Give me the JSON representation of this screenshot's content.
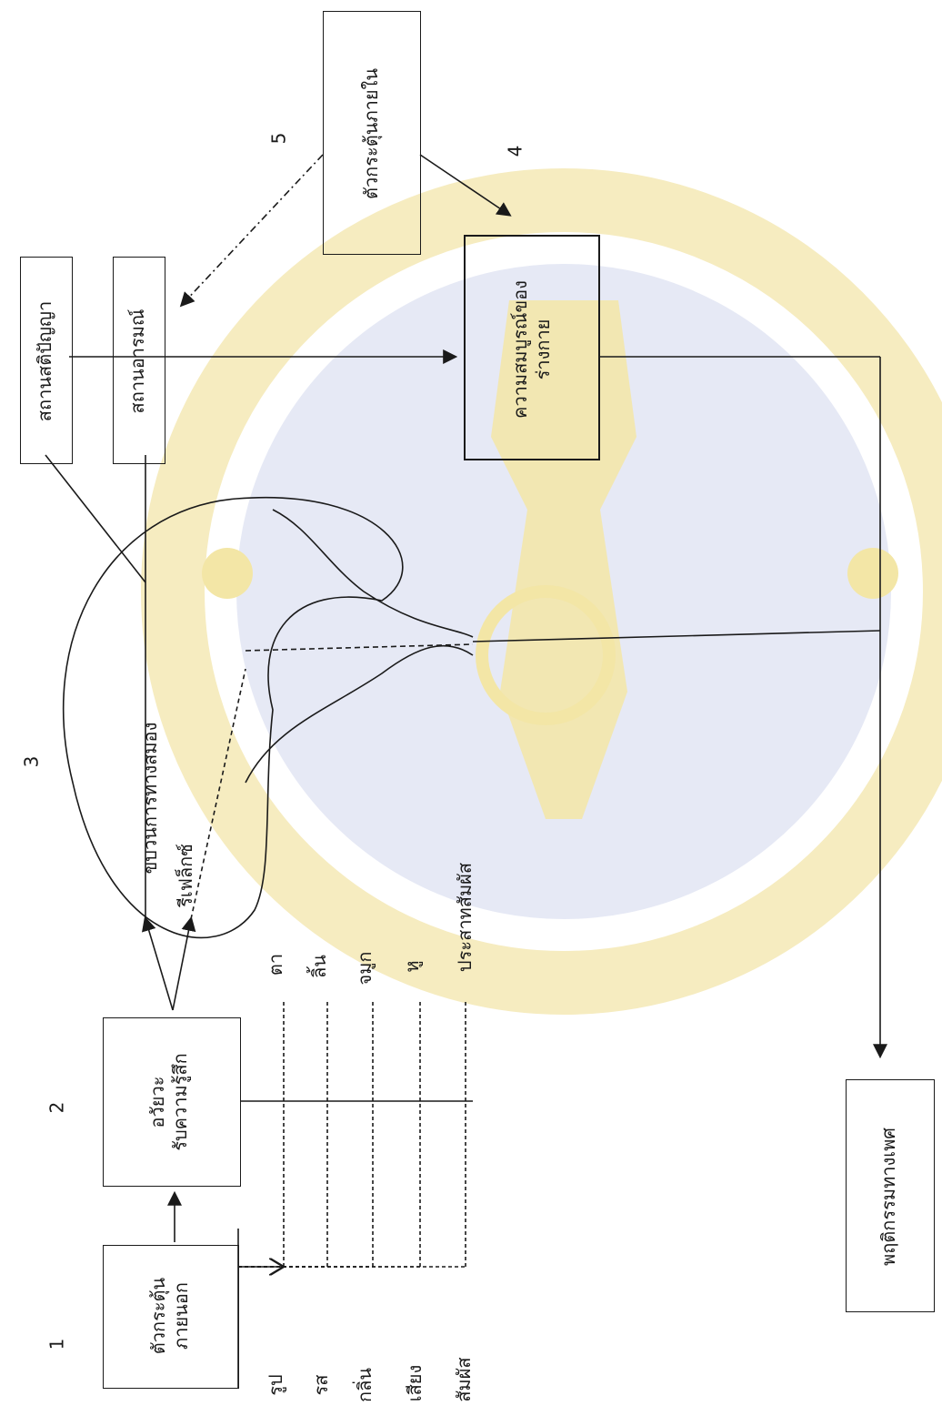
{
  "diagram": {
    "numbers": {
      "n1": "1",
      "n2": "2",
      "n3": "3",
      "n4": "4",
      "n5": "5"
    },
    "boxes": {
      "external_stimulus": {
        "line1": "ตัวกระตุ้น",
        "line2": "ภายนอก"
      },
      "sense_organs": {
        "line1": "อวัยวะ",
        "line2": "รับความรู้สึก"
      },
      "intellect_center": {
        "label": "สถานสติปัญญา"
      },
      "emotion_center": {
        "label": "สถานอารมณ์"
      },
      "body_readiness": {
        "line1": "ความสมบูรณ์ของ",
        "line2": "ร่างกาย"
      },
      "internal_stimulus": {
        "label": "ตัวกระตุ้นภายใน"
      },
      "sexual_behavior": {
        "label": "พฤติกรรมทางเพศ"
      }
    },
    "stimuli": [
      "รูป",
      "รส",
      "กลิ่น",
      "เสียง",
      "สัมผัส"
    ],
    "senses": [
      "ตา",
      "ลิ้น",
      "จมูก",
      "หู",
      "ประสาทสัมผัส"
    ],
    "brain": {
      "process": "ขบวนการทางสมอง",
      "reflex": "รีเฟล็กซ์"
    }
  },
  "colors": {
    "ink": "#1a1a1a",
    "watermark_gold": "#f3e6a6",
    "watermark_blue": "#e4e8f4"
  }
}
